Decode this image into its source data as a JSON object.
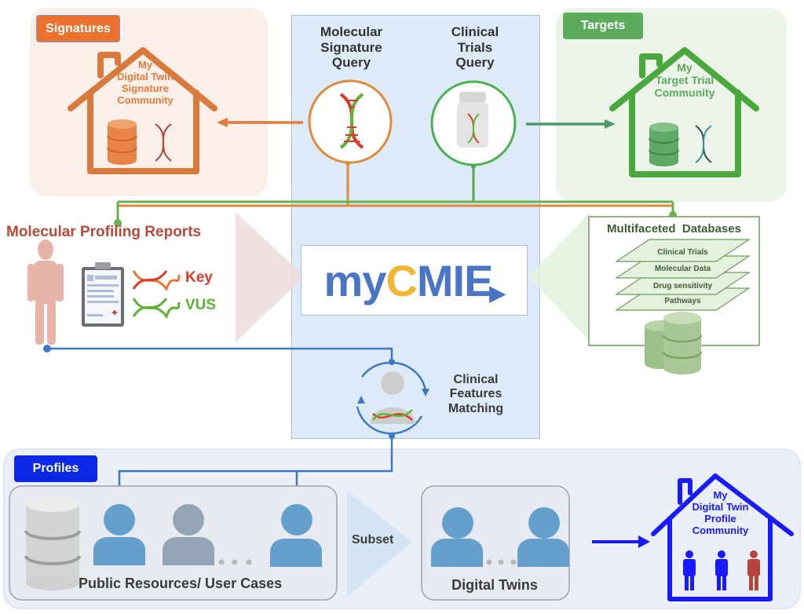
{
  "signatures": {
    "tag": "Signatures",
    "house_lines": [
      "My",
      "Digital Twin",
      "Signature",
      "Community"
    ],
    "color": "#e07b39"
  },
  "center": {
    "molecular_query": [
      "Molecular",
      "Signature",
      "Query"
    ],
    "clinical_query": [
      "Clinical",
      "Trials",
      "Query"
    ],
    "logo": {
      "prefix": "my",
      "c": "C",
      "suffix": "MIE"
    },
    "matching": [
      "Clinical",
      "Features",
      "Matching"
    ]
  },
  "targets": {
    "tag": "Targets",
    "house_lines": [
      "My",
      "Target Trial",
      "Community"
    ],
    "color": "#4caf50"
  },
  "reports": {
    "title": "Molecular Profiling Reports",
    "key": "Key",
    "vus": "VUS"
  },
  "databases": {
    "title": "Multifaceted  Databases",
    "layers": [
      "Clinical Trials",
      "Molecular Data",
      "Drug sensitivity",
      "Pathways"
    ]
  },
  "profiles": {
    "tag": "Profiles",
    "public_label": "Public Resources/ User Cases",
    "subset": "Subset",
    "twins_label": "Digital Twins",
    "house_lines": [
      "My",
      "Digital Twin",
      "Profile",
      "Community"
    ],
    "color": "#1a1aff"
  }
}
